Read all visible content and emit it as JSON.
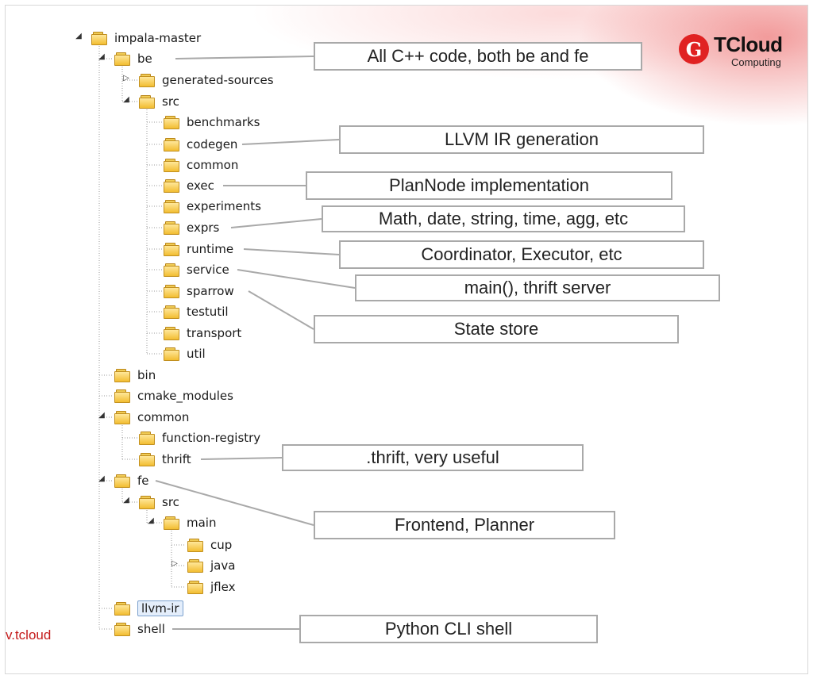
{
  "logo": {
    "mark": "G",
    "name": "TCloud",
    "sub": "Computing"
  },
  "footer": {
    "url": "v.tcloud"
  },
  "tree": [
    {
      "label": "impala-master",
      "toggle": "expanded"
    },
    {
      "label": "be",
      "toggle": "expanded"
    },
    {
      "label": "generated-sources",
      "toggle": "collapsed"
    },
    {
      "label": "src",
      "toggle": "expanded"
    },
    {
      "label": "benchmarks",
      "toggle": "none"
    },
    {
      "label": "codegen",
      "toggle": "none"
    },
    {
      "label": "common",
      "toggle": "none"
    },
    {
      "label": "exec",
      "toggle": "none"
    },
    {
      "label": "experiments",
      "toggle": "none"
    },
    {
      "label": "exprs",
      "toggle": "none"
    },
    {
      "label": "runtime",
      "toggle": "none"
    },
    {
      "label": "service",
      "toggle": "none"
    },
    {
      "label": "sparrow",
      "toggle": "none"
    },
    {
      "label": "testutil",
      "toggle": "none"
    },
    {
      "label": "transport",
      "toggle": "none"
    },
    {
      "label": "util",
      "toggle": "none"
    },
    {
      "label": "bin",
      "toggle": "none"
    },
    {
      "label": "cmake_modules",
      "toggle": "none"
    },
    {
      "label": "common",
      "toggle": "expanded"
    },
    {
      "label": "function-registry",
      "toggle": "none"
    },
    {
      "label": "thrift",
      "toggle": "none"
    },
    {
      "label": "fe",
      "toggle": "expanded"
    },
    {
      "label": "src",
      "toggle": "expanded"
    },
    {
      "label": "main",
      "toggle": "expanded"
    },
    {
      "label": "cup",
      "toggle": "none"
    },
    {
      "label": "java",
      "toggle": "collapsed"
    },
    {
      "label": "jflex",
      "toggle": "none"
    },
    {
      "label": "llvm-ir",
      "toggle": "none",
      "selected": true
    },
    {
      "label": "shell",
      "toggle": "none"
    }
  ],
  "callouts": [
    "All C++ code, both be and fe",
    "LLVM IR generation",
    "PlanNode implementation",
    "Math, date, string, time, agg, etc",
    "Coordinator, Executor, etc",
    "main(), thrift server",
    "State store",
    ".thrift, very useful",
    "Frontend, Planner",
    "Python CLI shell"
  ],
  "colors": {
    "callout_border": "#a9a9a9",
    "logo_red": "#e02222",
    "url_red": "#c41a1a",
    "selection": "#e4eefb"
  }
}
